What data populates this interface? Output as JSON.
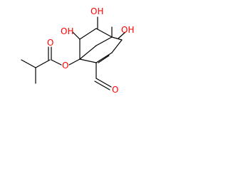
{
  "colors": {
    "background": "#ffffff",
    "bond": "#000000",
    "carbon_label": "#000000",
    "oxygen_label": "#ff0000"
  },
  "atoms": {
    "hydroxyl_top_left": "OH",
    "hydroxyl_top_middle": "OH",
    "hydroxyl_top_right": "OH",
    "ester_carbonyl_oxygen": "O",
    "ester_bridge_oxygen": "O",
    "aldehyde_oxygen": "O"
  }
}
